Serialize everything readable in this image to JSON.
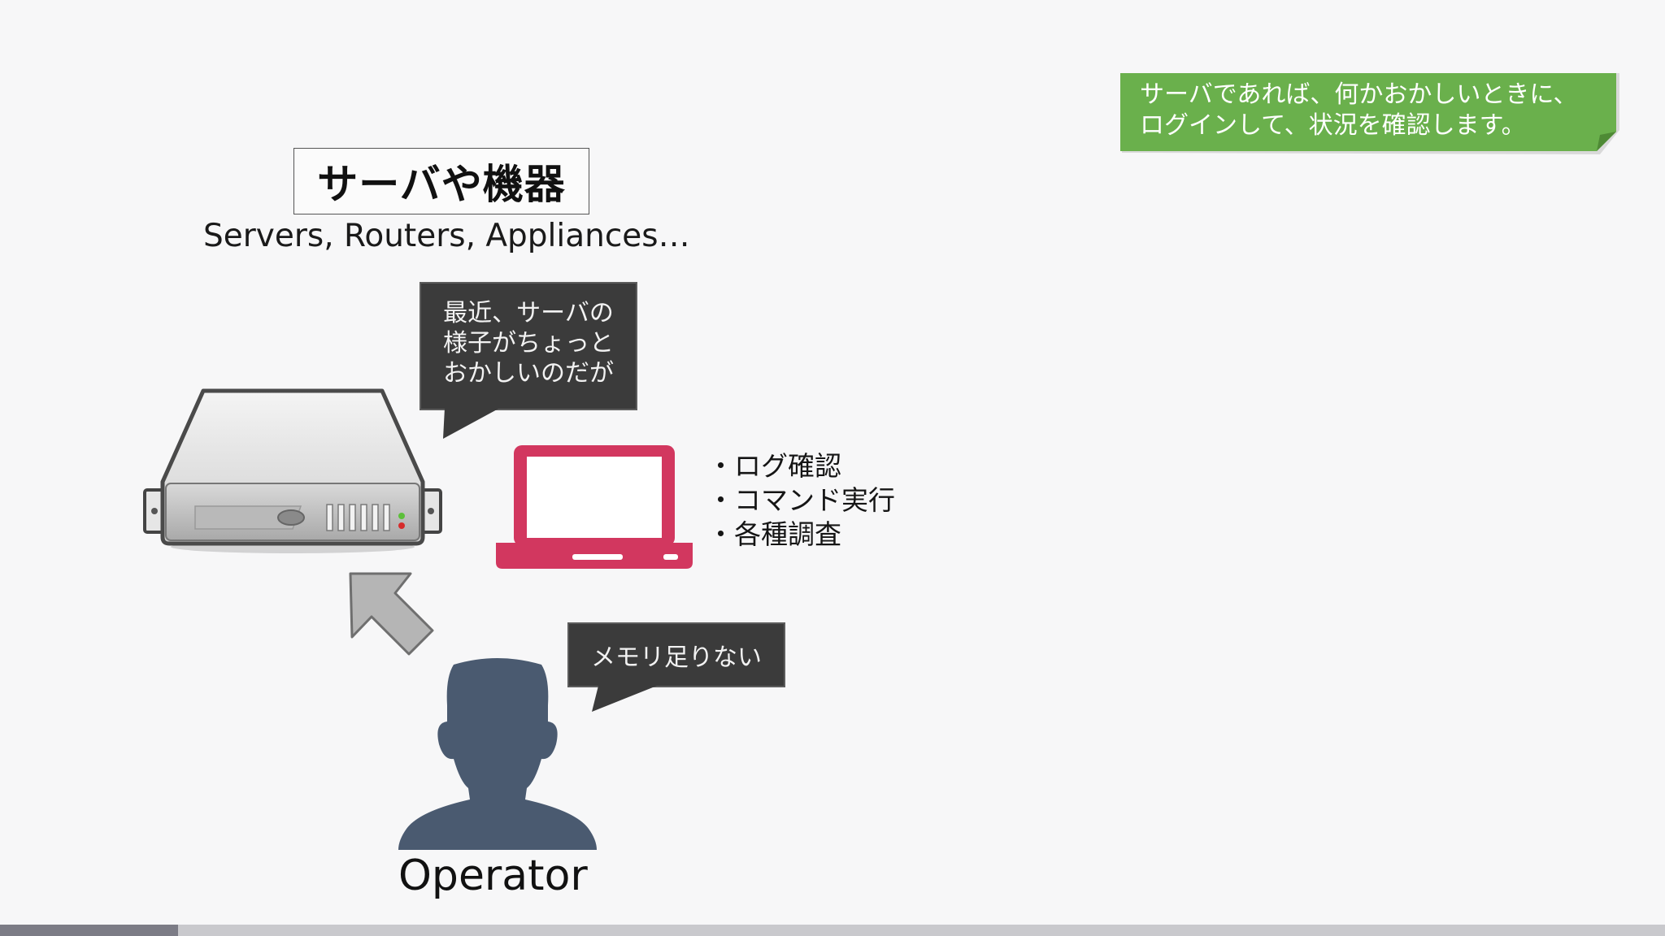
{
  "title": "サーバや機器",
  "subtitle": "Servers, Routers, Appliances…",
  "server_bubble": {
    "lines": [
      "最近、サーバの",
      "様子がちょっと",
      "おかしいのだが"
    ]
  },
  "memory_bubble": {
    "text": "メモリ足りない"
  },
  "tasks": [
    "・ログ確認",
    "・コマンド実行",
    "・各種調査"
  ],
  "note": {
    "lines": [
      "サーバであれば、何かおかしいときに、",
      "ログインして、状況を確認します。"
    ],
    "color": "#6ab04c"
  },
  "operator_label": "Operator",
  "icons": {
    "server": "server-icon",
    "laptop": "laptop-icon",
    "arrow": "arrow-up-left-icon",
    "operator": "person-silhouette-icon"
  },
  "colors": {
    "laptop": "#d2375f",
    "operator": "#4a5a70",
    "bubble": "#3b3b3b",
    "arrow": "#b5b5b5"
  },
  "progress": {
    "fraction": 0.107
  }
}
